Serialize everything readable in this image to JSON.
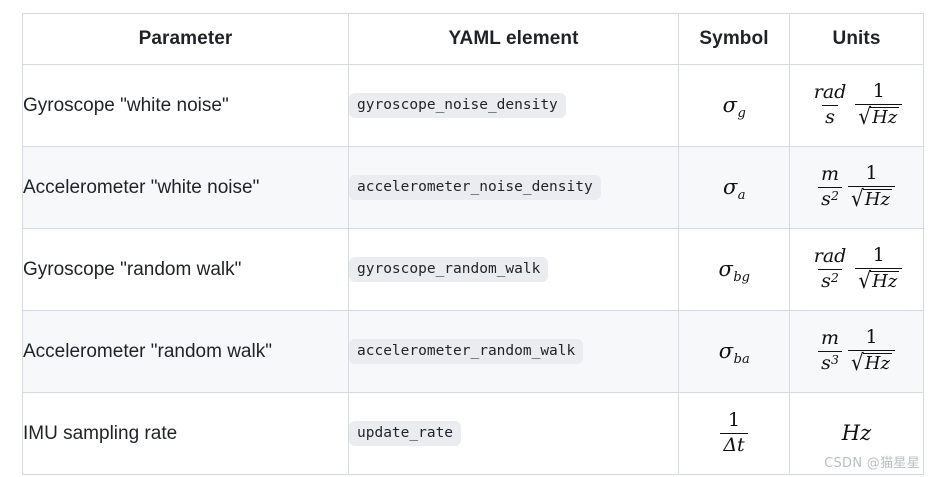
{
  "table": {
    "headers": [
      "Parameter",
      "YAML element",
      "Symbol",
      "Units"
    ],
    "rows": [
      {
        "parameter": "Gyroscope \"white noise\"",
        "yaml": "gyroscope_noise_density",
        "symbol": {
          "base": "σ",
          "sub": "g"
        },
        "units": {
          "type": "product",
          "left": {
            "num": "rad",
            "den": "s",
            "den_pow": ""
          },
          "right": {
            "num": "1",
            "den_sqrt": "Hz"
          }
        },
        "units_text": "rad/s · 1/√Hz"
      },
      {
        "parameter": "Accelerometer \"white noise\"",
        "yaml": "accelerometer_noise_density",
        "symbol": {
          "base": "σ",
          "sub": "a"
        },
        "units": {
          "type": "product",
          "left": {
            "num": "m",
            "den": "s",
            "den_pow": "2"
          },
          "right": {
            "num": "1",
            "den_sqrt": "Hz"
          }
        },
        "units_text": "m/s² · 1/√Hz"
      },
      {
        "parameter": "Gyroscope \"random walk\"",
        "yaml": "gyroscope_random_walk",
        "symbol": {
          "base": "σ",
          "sub": "bg"
        },
        "units": {
          "type": "product",
          "left": {
            "num": "rad",
            "den": "s",
            "den_pow": "2"
          },
          "right": {
            "num": "1",
            "den_sqrt": "Hz"
          }
        },
        "units_text": "rad/s² · 1/√Hz"
      },
      {
        "parameter": "Accelerometer \"random walk\"",
        "yaml": "accelerometer_random_walk",
        "symbol": {
          "base": "σ",
          "sub": "ba"
        },
        "units": {
          "type": "product",
          "left": {
            "num": "m",
            "den": "s",
            "den_pow": "3"
          },
          "right": {
            "num": "1",
            "den_sqrt": "Hz"
          }
        },
        "units_text": "m/s³ · 1/√Hz"
      },
      {
        "parameter": "IMU sampling rate",
        "yaml": "update_rate",
        "symbol": {
          "type": "fraction",
          "num": "1",
          "den": "Δt"
        },
        "units": {
          "type": "plain",
          "text": "Hz"
        },
        "units_text": "Hz"
      }
    ]
  },
  "watermark": "CSDN @猫星星",
  "colors": {
    "border": "#d4dae3",
    "alt_row_bg": "#f6f8fa",
    "code_chip_bg": "#eaecef",
    "text": "#1f2328",
    "watermark": "#b9bec4"
  }
}
